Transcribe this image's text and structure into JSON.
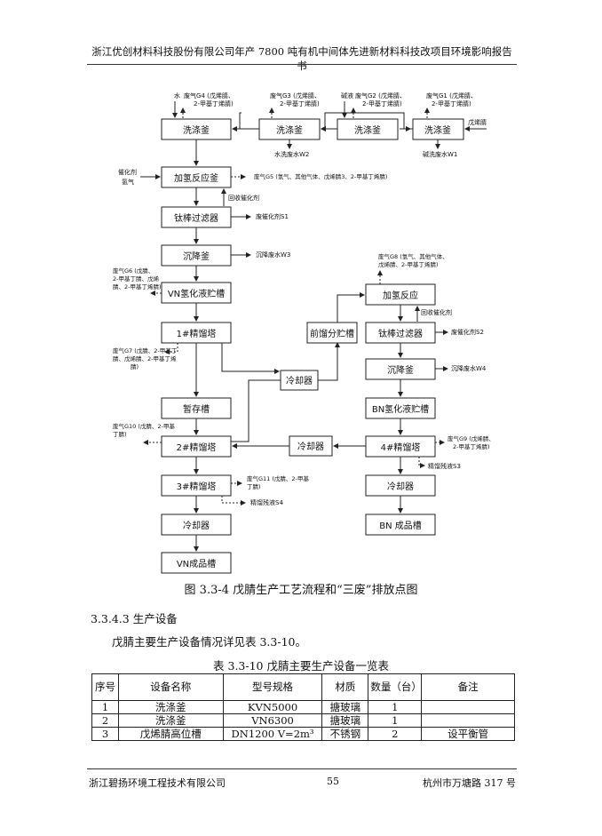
{
  "header": {
    "title": "浙江优创材料科技股份有限公司年产 7800 吨有机中间体先进新材料科技改项目环境影响报告书"
  },
  "diagram": {
    "boxes": {
      "wash1": "洗涤釜",
      "wash2": "洗涤釜",
      "wash3": "洗涤釜",
      "wash4": "洗涤釜",
      "hydro1": "加氢反应釜",
      "filter1": "钛棒过滤器",
      "settle1": "沉降釜",
      "vn_tank": "VN氢化液贮槽",
      "tower1": "1#精馏塔",
      "temp_tank": "暂存槽",
      "tower2": "2#精馏塔",
      "tower3": "3#精馏塔",
      "cooler_a": "冷却器",
      "vn_product": "VN成品槽",
      "cooler_mid": "冷却器",
      "cooler_low": "冷却器",
      "pre_tank": "前馏分贮槽",
      "hydro2": "加氢反应",
      "filter2": "钛棒过滤器",
      "settle2": "沉降釜",
      "bn_tank": "BN氢化液贮槽",
      "tower4": "4#精馏塔",
      "cooler_b": "冷却器",
      "bn_product": "BN 成品槽"
    },
    "labels": {
      "water": "水",
      "g4_a": "废气G4 (戊烯腈、",
      "g4_b": "2-甲基丁烯腈)",
      "g3_a": "废气G3 (戊烯腈、",
      "g3_b": "2-甲基丁烯腈)",
      "alkali": "碱液",
      "g2_a": "废气G2 (戊烯腈、",
      "g2_b": "2-甲基丁烯腈)",
      "g1_a": "废气G1 (戊烯腈、",
      "g1_b": "2-甲基丁烯腈)",
      "pentenenitrile": "戊烯腈",
      "w2": "水洗废水W2",
      "w1": "碱洗废水W1",
      "catalyst": "催化剂",
      "hydrogen": "氢气",
      "g5": "废气G5 (氢气、其他气体、戊烯腈3、2-甲基丁烯腈)",
      "recover1": "回收催化剂",
      "s1": "废催化剂S1",
      "w3": "沉降废水W3",
      "g6_a": "废气G6 (戊腈、",
      "g6_b": "2-甲基丁腈、戊烯",
      "g6_c": "腈、2-甲基丁烯腈)",
      "g7_a": "废气G7 (戊腈、2-甲基丁",
      "g7_b": "腈、戊烯腈、2-甲基丁烯",
      "g7_c": "腈)",
      "g10_a": "废气G10 (戊腈、2-甲基",
      "g10_b": "丁腈)",
      "g11_a": "废气G11 (戊腈、2-甲基",
      "g11_b": "丁腈)",
      "s4": "精馏残液S4",
      "g8_a": "废气G8 (氢气、其他气体、",
      "g8_b": "戊烯腈、2-甲基丁烯腈)",
      "recover2": "回收催化剂",
      "s2": "废催化剂S2",
      "w4": "沉降废水W4",
      "g9_a": "废气G9 (戊烯腈、",
      "g9_b": "2-甲基丁烯腈)",
      "s3": "精馏残液S3"
    }
  },
  "caption": "图 3.3-4 戊腈生产工艺流程和“三废”排放点图",
  "section": "3.3.4.3  生产设备",
  "paragraph": "戊腈主要生产设备情况详见表 3.3-10。",
  "table": {
    "caption": "表 3.3-10  戊腈主要生产设备一览表",
    "headers": [
      "序号",
      "设备名称",
      "型号规格",
      "材质",
      "数量（台）",
      "备注"
    ],
    "rows": [
      [
        "1",
        "洗涤釜",
        "KVN5000",
        "搪玻璃",
        "1",
        ""
      ],
      [
        "2",
        "洗涤釜",
        "VN6300",
        "搪玻璃",
        "1",
        ""
      ],
      [
        "3",
        "戊烯腈高位槽",
        "DN1200 V=2m³",
        "不锈钢",
        "2",
        "设平衡管"
      ]
    ]
  },
  "footer": {
    "left": "浙江碧扬环境工程技术有限公司",
    "page": "55",
    "right": "杭州市万塘路 317 号"
  }
}
